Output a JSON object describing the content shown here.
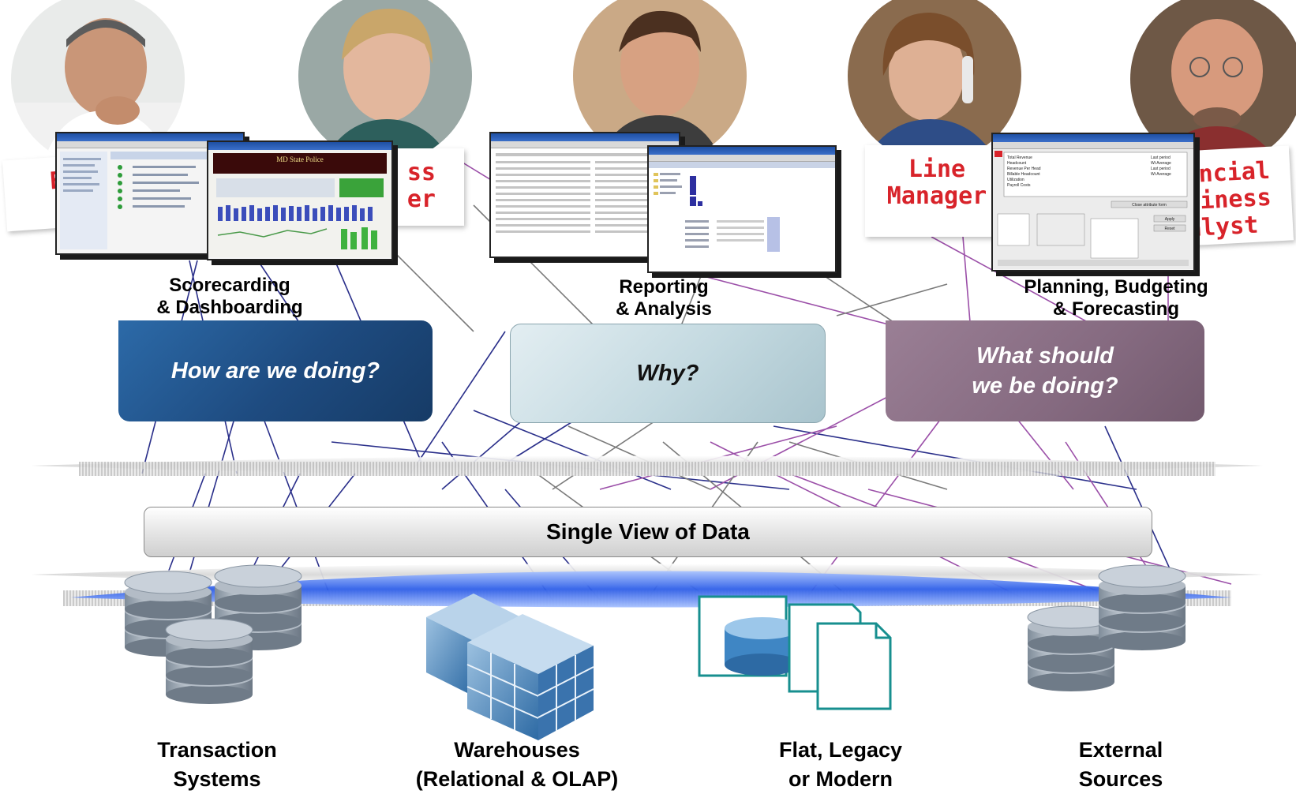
{
  "personas": [
    {
      "name": "executive",
      "banner": "Ex"
    },
    {
      "name": "business-manager",
      "banner": "ss\ner"
    },
    {
      "name": "analyst",
      "banner": ""
    },
    {
      "name": "line-manager",
      "banner": "Line\nManager"
    },
    {
      "name": "financial-business-analyst",
      "banner": "ancial\nsiness\nalyst"
    }
  ],
  "capabilities": [
    {
      "caption": "Scorecarding\n& Dashboarding",
      "question": "How are we doing?"
    },
    {
      "caption": "Reporting\n& Analysis",
      "question": "Why?"
    },
    {
      "caption": "Planning, Budgeting\n& Forecasting",
      "question": "What should\nwe be doing?"
    }
  ],
  "single_view": "Single View of Data",
  "sources": [
    {
      "label": "Transaction\nSystems"
    },
    {
      "label": "Warehouses\n(Relational & OLAP)"
    },
    {
      "label": "Flat, Legacy\nor Modern"
    },
    {
      "label": "External\nSources"
    }
  ],
  "screenshot_texts": {
    "dashboard_title": "MD State Police",
    "planning_grid": [
      "Total Revenue",
      "Headcount",
      "Revenue Per Head",
      "Billable Headcount",
      "Utilization",
      "Payroll Costs"
    ],
    "planning_calc": [
      "Last period",
      "Wt Average",
      "Last period",
      "Wt Average"
    ],
    "planning_buttons": [
      "Apply",
      "Reset",
      "Close attribute form"
    ]
  },
  "colors": {
    "banner_text": "#d8232a",
    "how_box": "#1f4e86",
    "why_box": "#c9dde4",
    "what_box": "#8b6f86",
    "line_blue": "#2a2f8a",
    "line_purple": "#9b4fa8",
    "line_gray": "#7a7a7a",
    "glow_blue": "#3b6df0"
  },
  "icons": [
    "database-stack-icon",
    "olap-cube-icon",
    "document-stack-icon"
  ]
}
